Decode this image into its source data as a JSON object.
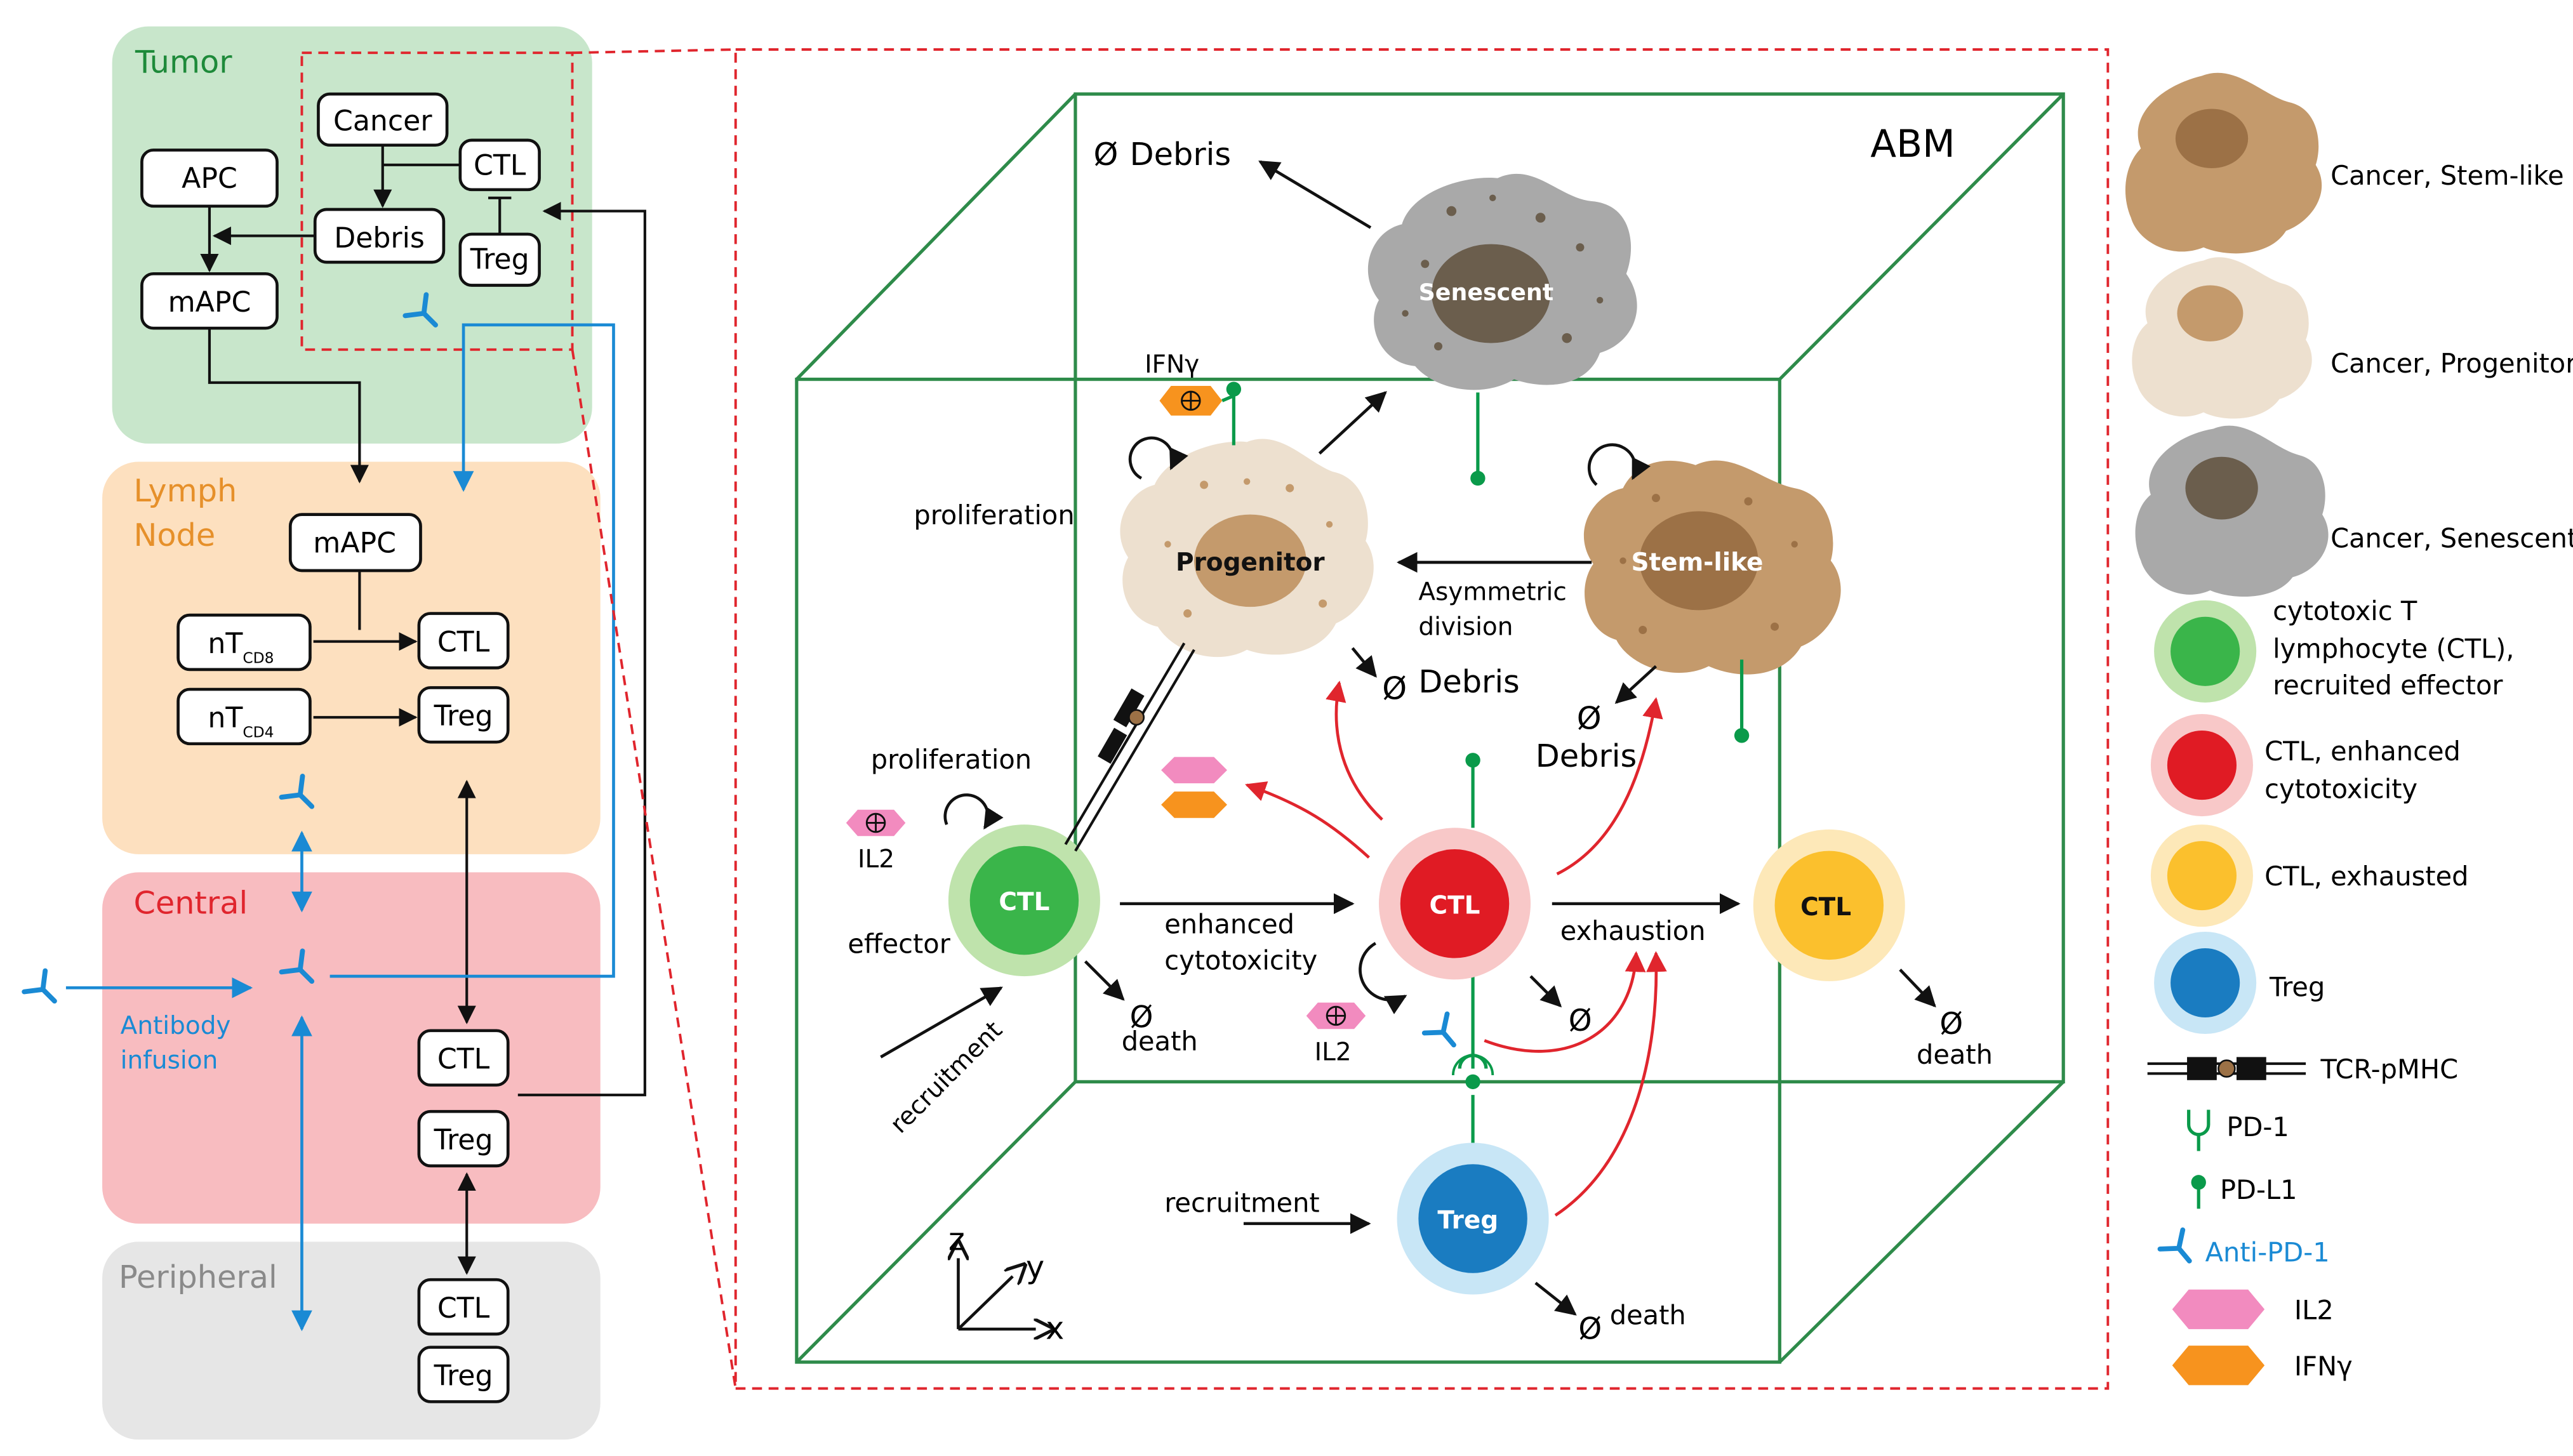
{
  "compartments": {
    "tumor": "Tumor",
    "lymph": [
      "Lymph",
      "Node"
    ],
    "central": "Central",
    "peripheral": "Peripheral"
  },
  "tumor_nodes": {
    "cancer": "Cancer",
    "ctl": "CTL",
    "apc": "APC",
    "debris": "Debris",
    "treg": "Treg",
    "mapc": "mAPC"
  },
  "lymph_nodes": {
    "mapc": "mAPC",
    "nt": "nT",
    "cd8": "CD8",
    "cd4": "CD4",
    "ctl": "CTL",
    "treg": "Treg"
  },
  "central_nodes": {
    "ctl": "CTL",
    "treg": "Treg",
    "infusion": [
      "Antibody",
      "infusion"
    ]
  },
  "peripheral_nodes": {
    "ctl": "CTL",
    "treg": "Treg"
  },
  "abm": {
    "title": "ABM",
    "axes": {
      "z": "z",
      "y": "y",
      "x": "x"
    },
    "cells": {
      "senescent": "Senescent",
      "progenitor": "Progenitor",
      "stemlike": "Stem-like",
      "ctl_effector": "CTL",
      "ctl_enhanced": "CTL",
      "ctl_exhausted": "CTL",
      "treg": "Treg"
    },
    "labels": {
      "debris_top": "Debris",
      "ifng": "IFNγ",
      "proliferation_progenitor": "proliferation",
      "asymmetric": [
        "Asymmetric",
        "division"
      ],
      "debris_progenitor": "Debris",
      "debris_stemlike": "Debris",
      "proliferation_ctl": "proliferation",
      "il2_left": "IL2",
      "effector": "effector",
      "enhanced_cytotoxicity": [
        "enhanced",
        "cytotoxicity"
      ],
      "exhaustion": "exhaustion",
      "death_effector": "death",
      "death_exhausted": "death",
      "il2_center": "IL2",
      "recruitment_effector": "recruitment",
      "recruitment_treg": "recruitment",
      "death_treg": "death",
      "empty_set": "Ø"
    }
  },
  "legend": [
    {
      "icon": "cancer-stemlike",
      "label": [
        "Cancer, Stem-like"
      ]
    },
    {
      "icon": "cancer-progenitor",
      "label": [
        "Cancer, Progenitor"
      ]
    },
    {
      "icon": "cancer-senescent",
      "label": [
        "Cancer, Senescent"
      ]
    },
    {
      "icon": "ctl-recruited",
      "label": [
        "cytotoxic T",
        "lymphocyte (CTL),",
        "recruited effector"
      ]
    },
    {
      "icon": "ctl-enhanced",
      "label": [
        "CTL, enhanced",
        "cytotoxicity"
      ]
    },
    {
      "icon": "ctl-exhausted",
      "label": [
        "CTL, exhausted"
      ]
    },
    {
      "icon": "treg",
      "label": [
        "Treg"
      ]
    },
    {
      "icon": "tcr-pmhc",
      "label": [
        "TCR-pMHC"
      ]
    },
    {
      "icon": "pd1",
      "label": [
        "PD-1"
      ]
    },
    {
      "icon": "pdl1",
      "label": [
        "PD-L1"
      ]
    },
    {
      "icon": "anti-pd1",
      "label": [
        "Anti-PD-1"
      ]
    },
    {
      "icon": "il2",
      "label": [
        "IL2"
      ]
    },
    {
      "icon": "ifng",
      "label": [
        "IFNγ"
      ]
    }
  ],
  "colors": {
    "tumor_bg": "#c8e6cb",
    "tumor_text": "#1e8a3a",
    "lymph_bg": "#fde0bf",
    "lymph_text": "#e6902a",
    "central_bg": "#f8bcc0",
    "central_text": "#e0252d",
    "peripheral_bg": "#e6e6e6",
    "peripheral_text": "#8a8a8a",
    "antibody_blue": "#1a8ad4",
    "abm_green": "#2e8b4a",
    "red_dashed": "#e0252d",
    "stemlike_cell": "#c49a6c",
    "progenitor_cell": "#ede0cf",
    "senescent_cell": "#a9a9a9",
    "ctl_green": "#3ab54a",
    "ctl_red": "#e01b24",
    "ctl_yellow": "#fbc02d",
    "treg_blue": "#1a7cc1",
    "il2_pink": "#f28bbf",
    "ifng_orange": "#f7931e",
    "pd_green": "#0a9a4a"
  }
}
